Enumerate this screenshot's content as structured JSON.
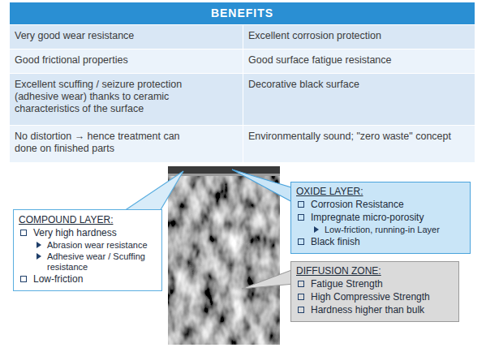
{
  "diagram": {
    "title": "BENEFITS",
    "nodes": [
      {
        "text": [
          "COMPOUND LAYER:",
          "Very high hardness",
          "Abrasion wear resistance",
          "Adhesive wear / Scuffing resistance",
          "Low-friction"
        ]
      },
      {
        "text": [
          "OXIDE LAYER:",
          "Corrosion Resistance",
          "Impregnate micro-porosity",
          "Low-friction, running-in Layer",
          "Black finish"
        ]
      },
      {
        "text": [
          "DIFFUSION ZONE:",
          "Fatigue Strength",
          "High Compressive Strength",
          "Hardness higher than bulk"
        ]
      }
    ],
    "labels": [
      "Very good wear resistance",
      "Excellent corrosion protection",
      "Good frictional properties",
      "Good surface fatigue resistance",
      "Excellent scuffing / seizure protection (adhesive wear) thanks to ceramic characteristics of the surface",
      "Decorative black surface",
      "No distortion → hence treatment can done on finished parts",
      "Environmentally sound; \"zero waste\" concept"
    ]
  }
}
